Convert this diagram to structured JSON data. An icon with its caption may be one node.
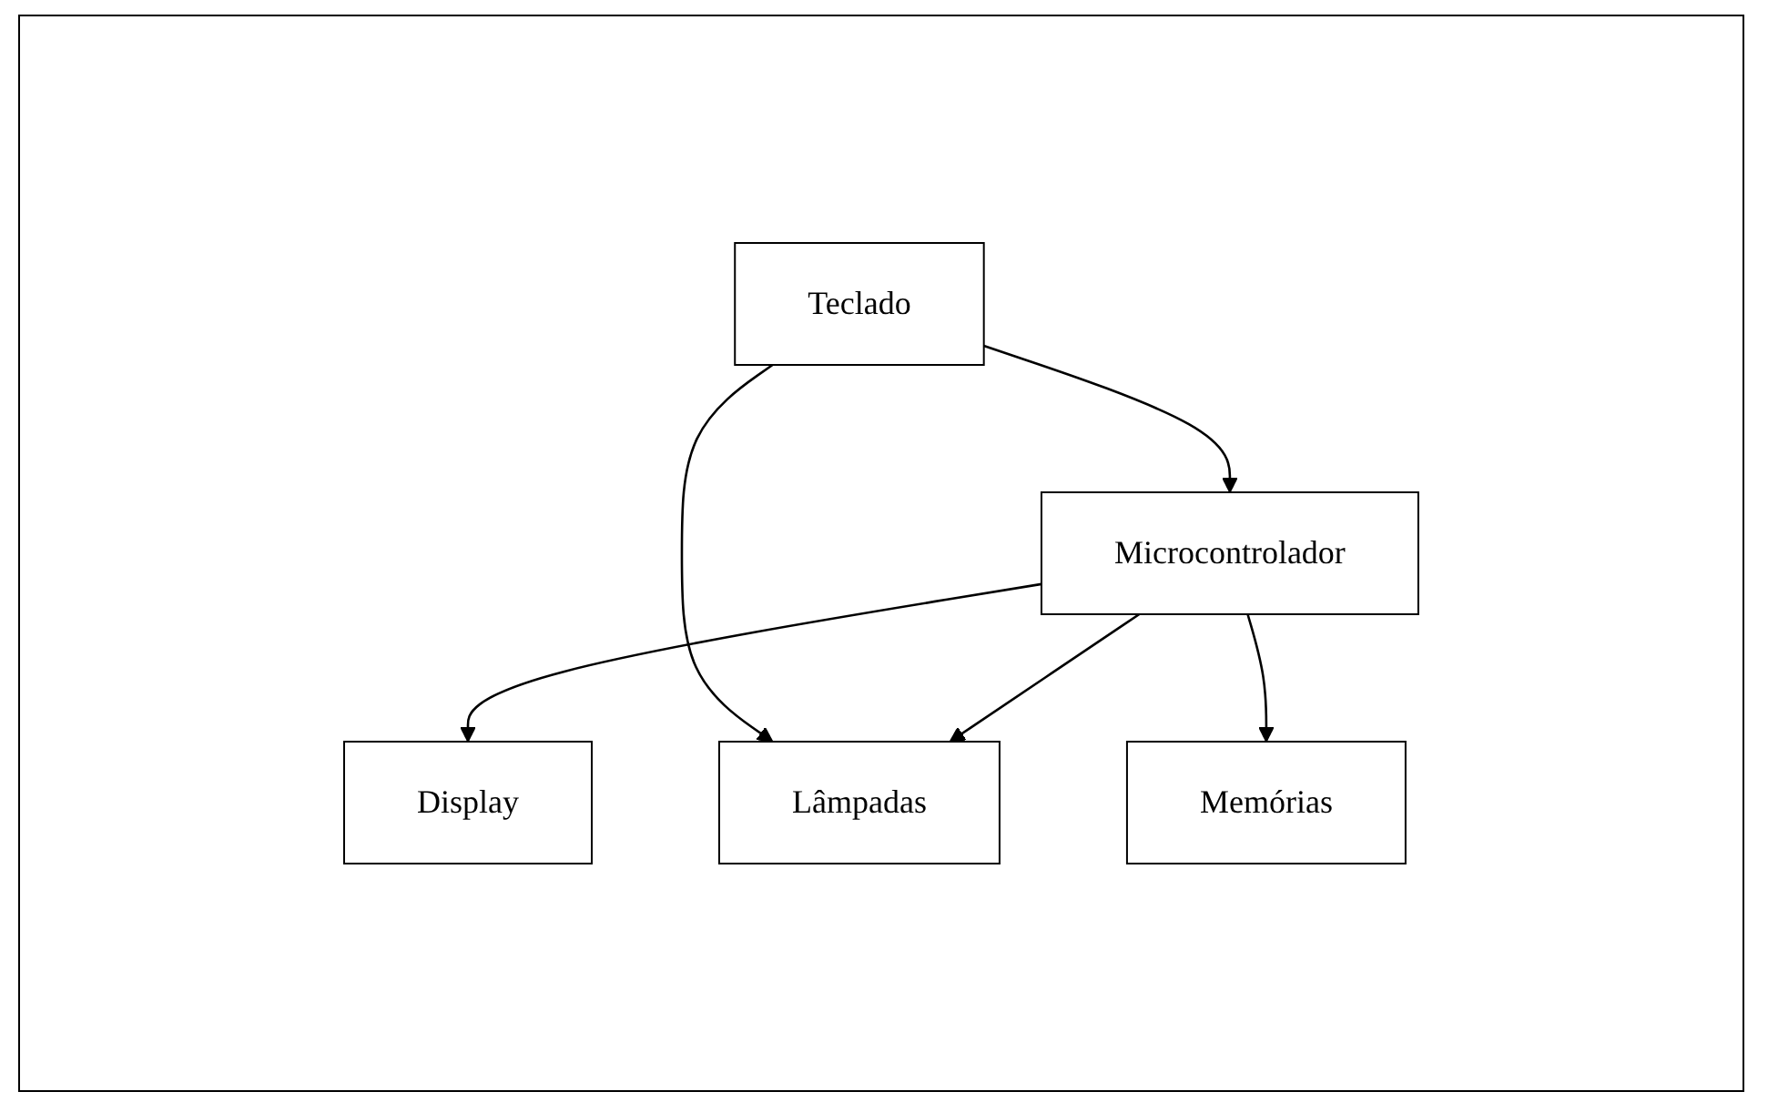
{
  "diagram": {
    "nodes": [
      {
        "text": [
          "Display"
        ]
      },
      {
        "text": [
          "Teclado"
        ]
      },
      {
        "text": [
          "Microcontrolador"
        ]
      },
      {
        "text": [
          "Lâmpadas"
        ]
      },
      {
        "text": [
          "Memórias"
        ]
      }
    ],
    "edges": [
      {
        "from": 1,
        "to": 2,
        "arrow": "to"
      },
      {
        "from": 1,
        "to": 3,
        "arrow": "to"
      },
      {
        "from": 2,
        "to": 0,
        "arrow": "to"
      },
      {
        "from": 2,
        "to": 3,
        "arrow": "to"
      },
      {
        "from": 2,
        "to": 4,
        "arrow": "to"
      }
    ]
  }
}
